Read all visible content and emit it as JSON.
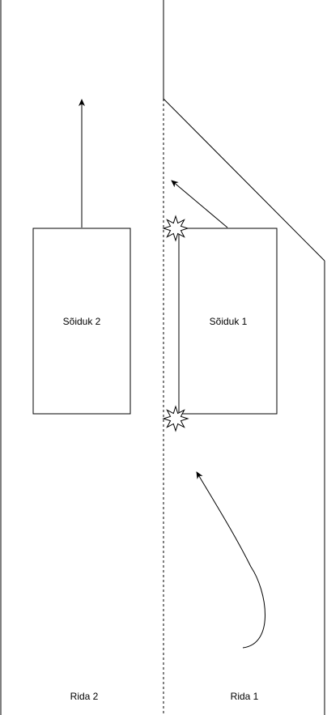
{
  "vehicles": {
    "vehicle_2": {
      "label": "Sõiduk 2"
    },
    "vehicle_1": {
      "label": "Sõiduk 1"
    }
  },
  "lanes": {
    "lane_2": {
      "label": "Rida 2"
    },
    "lane_1": {
      "label": "Rida 1"
    }
  },
  "colors": {
    "stroke": "#000000",
    "background": "#ffffff"
  }
}
